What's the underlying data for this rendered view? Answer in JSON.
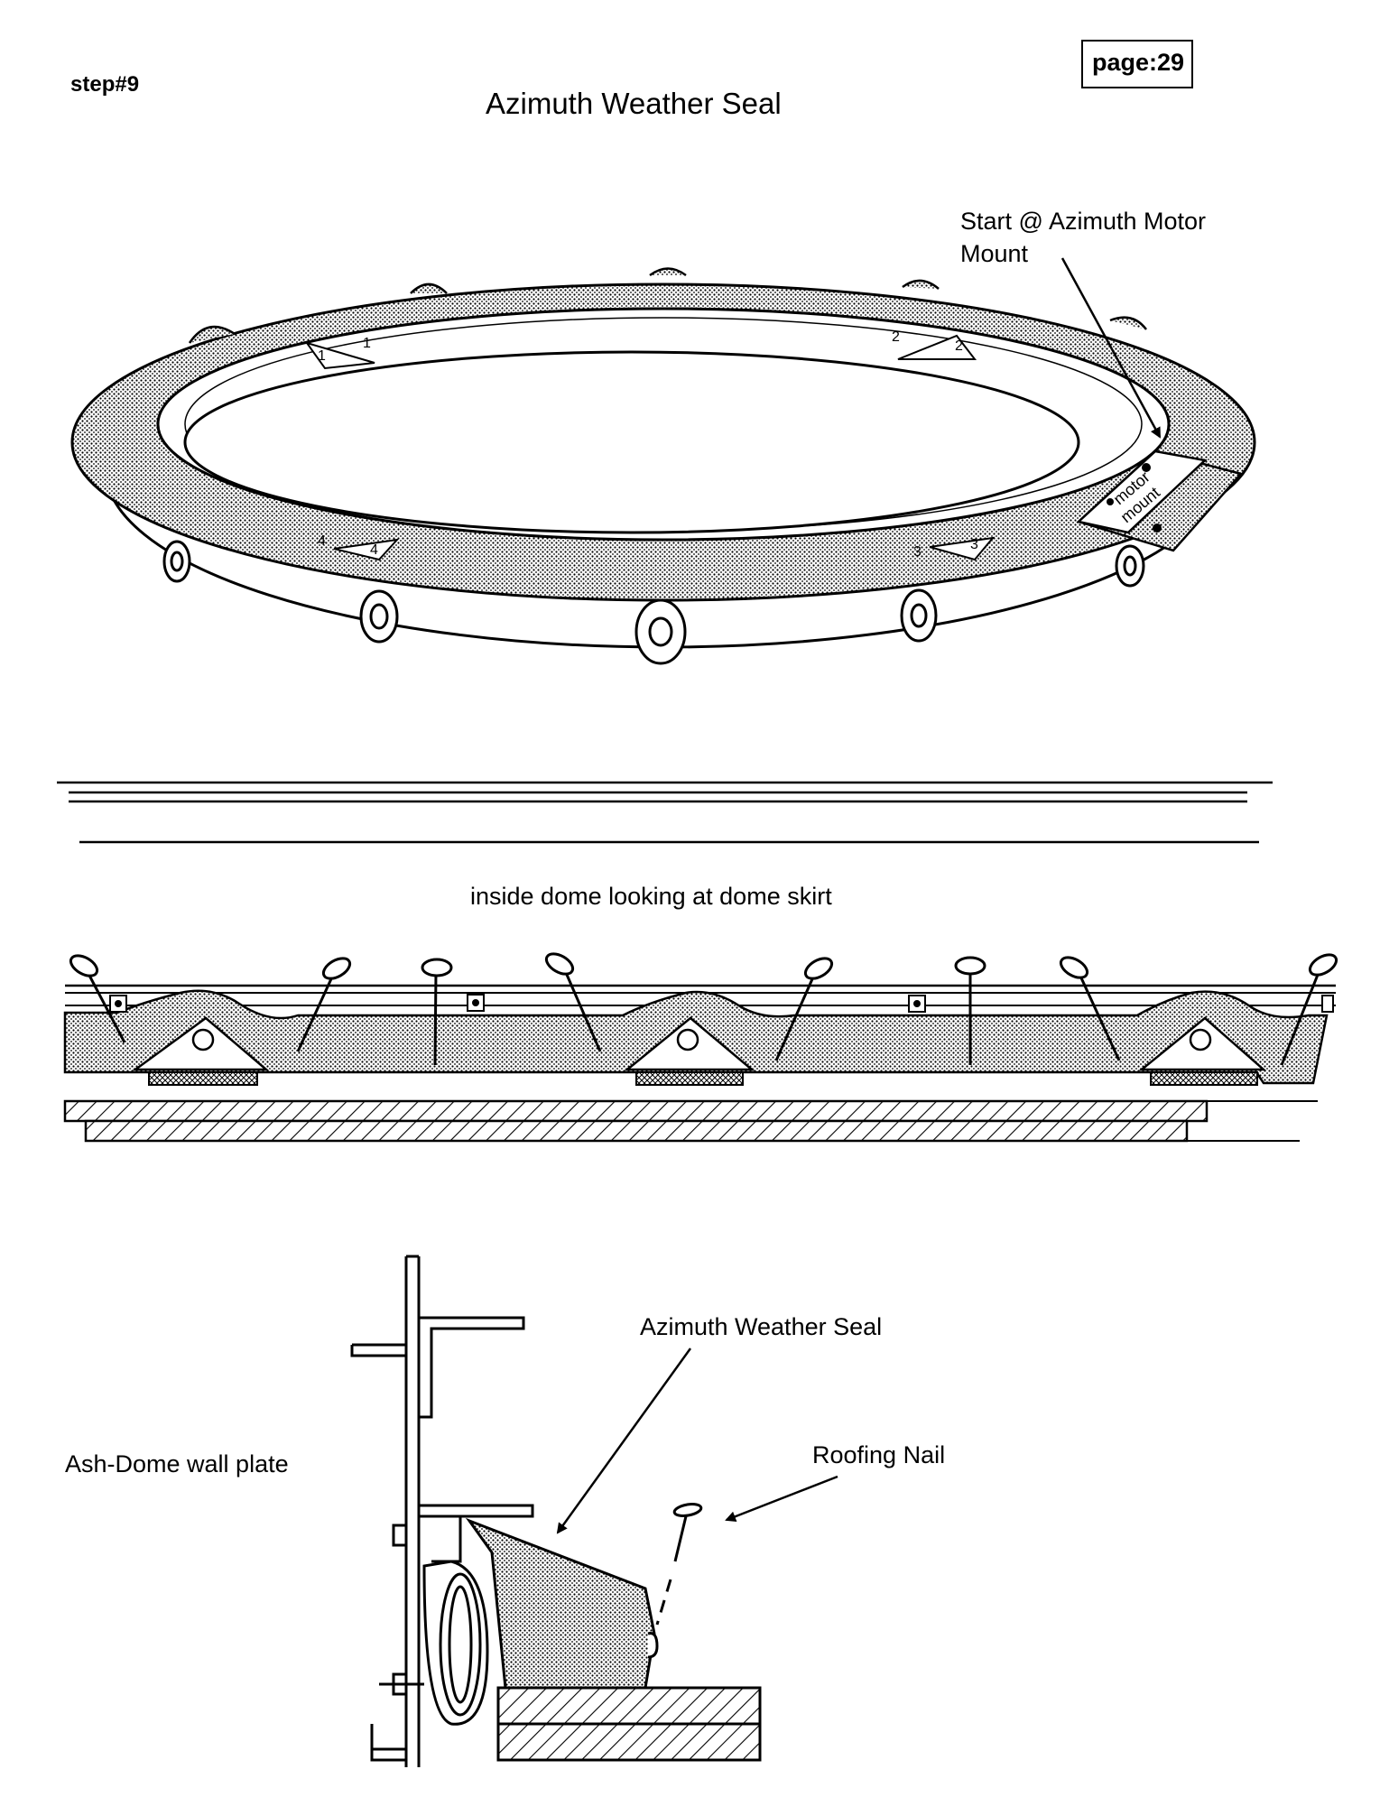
{
  "header": {
    "step": "step#9",
    "title": "Azimuth Weather Seal",
    "page": "page:29"
  },
  "top_view": {
    "start_label_line1": "Start @ Azimuth Motor",
    "start_label_line2": "Mount",
    "motor_mount_line1": "motor",
    "motor_mount_line2": "mount",
    "markers": [
      "1",
      "2",
      "3",
      "4"
    ]
  },
  "middle_view": {
    "caption": "inside dome looking at dome skirt"
  },
  "section_view": {
    "seal_label": "Azimuth Weather Seal",
    "nail_label": "Roofing Nail",
    "wall_plate_label": "Ash-Dome wall plate"
  }
}
